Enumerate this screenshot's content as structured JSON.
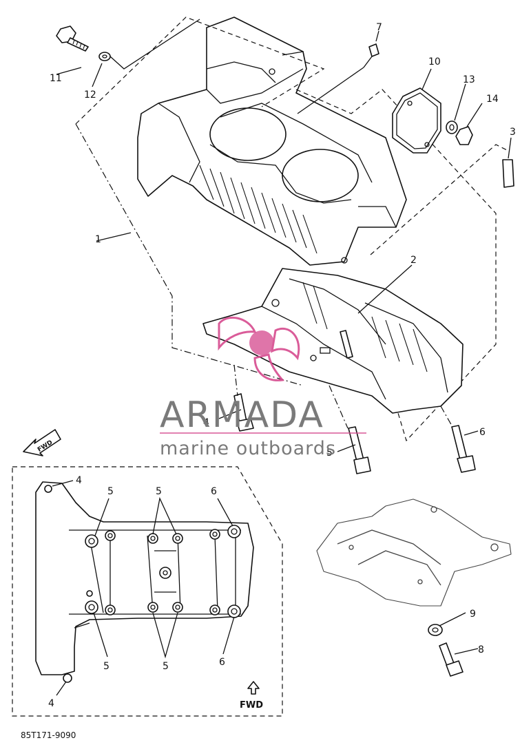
{
  "callouts": [
    {
      "id": "c11",
      "text": "11"
    },
    {
      "id": "c12",
      "text": "12"
    },
    {
      "id": "c7",
      "text": "7"
    },
    {
      "id": "c10",
      "text": "10"
    },
    {
      "id": "c13",
      "text": "13"
    },
    {
      "id": "c14",
      "text": "14"
    },
    {
      "id": "c3",
      "text": "3"
    },
    {
      "id": "c1",
      "text": "1"
    },
    {
      "id": "c2",
      "text": "2"
    },
    {
      "id": "c4a",
      "text": "4"
    },
    {
      "id": "c5a",
      "text": "5"
    },
    {
      "id": "c6a",
      "text": "6"
    },
    {
      "id": "c9",
      "text": "9"
    },
    {
      "id": "c8",
      "text": "8"
    }
  ],
  "inset": {
    "labels": {
      "top_4": "4",
      "top_5a": "5",
      "top_5b": "5",
      "top_6": "6",
      "bot_5a": "5",
      "bot_5b": "5",
      "bot_6": "6",
      "bot_4": "4"
    },
    "fwd_label": "FWD"
  },
  "fwd_arrow_label": "FWD",
  "part_code": "85T171-9090",
  "watermark": {
    "brand": "ARMADA",
    "tagline": "marine outboards",
    "brand_color": "#7a7a7a",
    "accent_color": "#d64b8f"
  }
}
